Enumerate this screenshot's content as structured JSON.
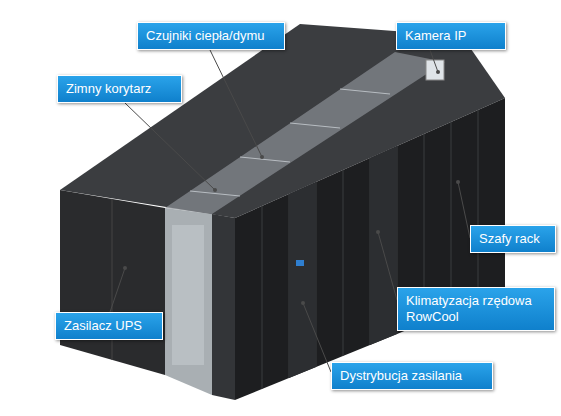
{
  "diagram": {
    "nodes": [
      {
        "text": [
          "Czujniki ciepła/dymu"
        ]
      },
      {
        "text": [
          "Kamera IP"
        ]
      },
      {
        "text": [
          "Zimny korytarz"
        ]
      },
      {
        "text": [
          "Szafy rack"
        ]
      },
      {
        "text": [
          "Klimatyzacja rzędowa RowCool"
        ]
      },
      {
        "text": [
          "Zasilacz UPS"
        ]
      },
      {
        "text": [
          "Dystrybucja zasilania"
        ]
      }
    ]
  }
}
